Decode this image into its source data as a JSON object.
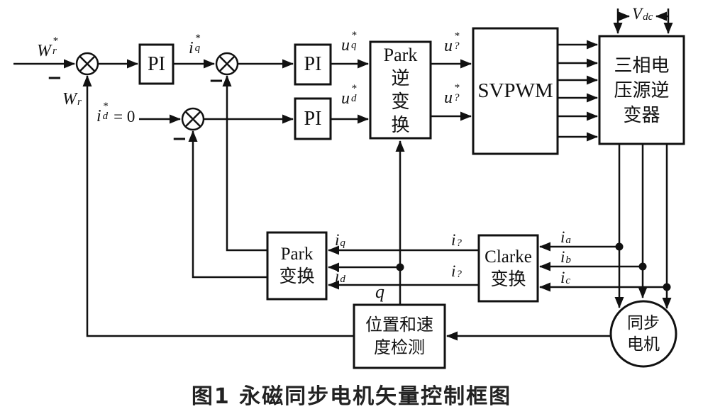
{
  "figure": {
    "caption": "图1  永磁同步电机矢量控制框图"
  },
  "colors": {
    "line": "#111111",
    "background": "#ffffff"
  },
  "blocks": {
    "pi_speed": {
      "label": "PI"
    },
    "pi_q": {
      "label": "PI"
    },
    "pi_d": {
      "label": "PI"
    },
    "inverse_park": {
      "line1": "Park",
      "line2": "逆",
      "line3": "变",
      "line4": "换"
    },
    "svpwm": {
      "label": "SVPWM"
    },
    "inverter": {
      "line1": "三相电",
      "line2": "压源逆",
      "line3": "变器"
    },
    "park": {
      "line1": "Park",
      "line2": "变换"
    },
    "clarke": {
      "line1": "Clarke",
      "line2": "变换"
    },
    "position_speed": {
      "line1": "位置和速",
      "line2": "度检测"
    },
    "motor": {
      "line1": "同步",
      "line2": "电机"
    }
  },
  "labels": {
    "speed_ref": {
      "base": "W",
      "sup": "*",
      "sub": "r"
    },
    "speed_fb": {
      "base": "W",
      "sub": "r"
    },
    "iq_ref": {
      "base": "i",
      "sup": "*",
      "sub": "q"
    },
    "id_ref": {
      "base": "i",
      "sup": "*",
      "sub": "d",
      "suffix": "= 0"
    },
    "uq_ref": {
      "base": "u",
      "sup": "*",
      "sub": "q"
    },
    "ud_ref": {
      "base": "u",
      "sup": "*",
      "sub": "d"
    },
    "u_alpha_ref": {
      "base": "u",
      "sup": "*",
      "sub": "?"
    },
    "u_beta_ref": {
      "base": "u",
      "sup": "*",
      "sub": "?"
    },
    "vdc": {
      "base": "V",
      "sub": "dc"
    },
    "i_a": {
      "base": "i",
      "sub": "a"
    },
    "i_b": {
      "base": "i",
      "sub": "b"
    },
    "i_c": {
      "base": "i",
      "sub": "c"
    },
    "i_alpha": {
      "base": "i",
      "sub": "?"
    },
    "i_beta": {
      "base": "i",
      "sub": "?"
    },
    "i_q": {
      "base": "i",
      "sub": "q"
    },
    "i_d": {
      "base": "i",
      "sub": "d"
    },
    "theta": "q",
    "minus": "−"
  }
}
